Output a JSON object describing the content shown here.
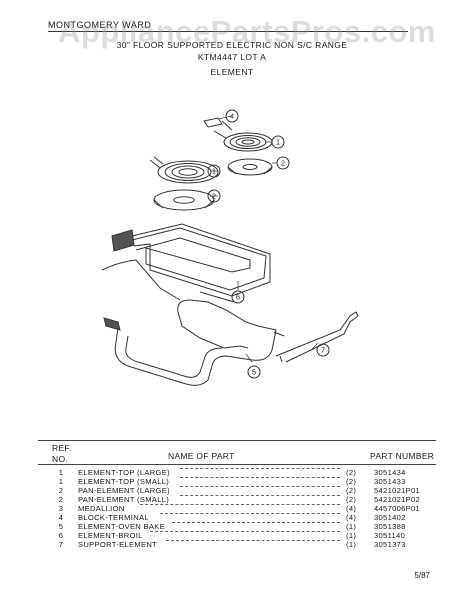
{
  "header": {
    "brand": "MONTGOMERY WARD",
    "watermark": "AppliancePartsPros.com",
    "title_line1": "30\" FLOOR SUPPORTED ELECTRIC NON S/C RANGE",
    "title_line2": "KTM4447 LOT A",
    "section": "ELEMENT"
  },
  "diagram": {
    "callouts": [
      "4",
      "1",
      "2",
      "1",
      "2",
      "6",
      "7",
      "5"
    ]
  },
  "table": {
    "col_ref_1": "REF.",
    "col_ref_2": "NO.",
    "col_name": "NAME OF PART",
    "col_part": "PART NUMBER",
    "rows": [
      {
        "ref": "1",
        "name": "ELEMENT-TOP (LARGE)",
        "qty": "(2)",
        "part": "3051434"
      },
      {
        "ref": "1",
        "name": "ELEMENT-TOP (SMALL)",
        "qty": "(2)",
        "part": "3051433"
      },
      {
        "ref": "2",
        "name": "PAN-ELEMENT (LARGE)",
        "qty": "(2)",
        "part": "5421021P01"
      },
      {
        "ref": "2",
        "name": "PAN-ELEMENT (SMALL)",
        "qty": "(2)",
        "part": "5421021P02"
      },
      {
        "ref": "3",
        "name": "MEDALLION",
        "qty": "(4)",
        "part": "4457006P01"
      },
      {
        "ref": "4",
        "name": "BLOCK-TERMINAL",
        "qty": "(4)",
        "part": "3051402"
      },
      {
        "ref": "5",
        "name": "ELEMENT-OVEN BAKE",
        "qty": "(1)",
        "part": "3051388"
      },
      {
        "ref": "6",
        "name": "ELEMENT-BROIL",
        "qty": "(1)",
        "part": "3051140"
      },
      {
        "ref": "7",
        "name": "SUPPORT-ELEMENT",
        "qty": "(1)",
        "part": "3051373"
      }
    ]
  },
  "footer": {
    "page_code": "5/87"
  }
}
